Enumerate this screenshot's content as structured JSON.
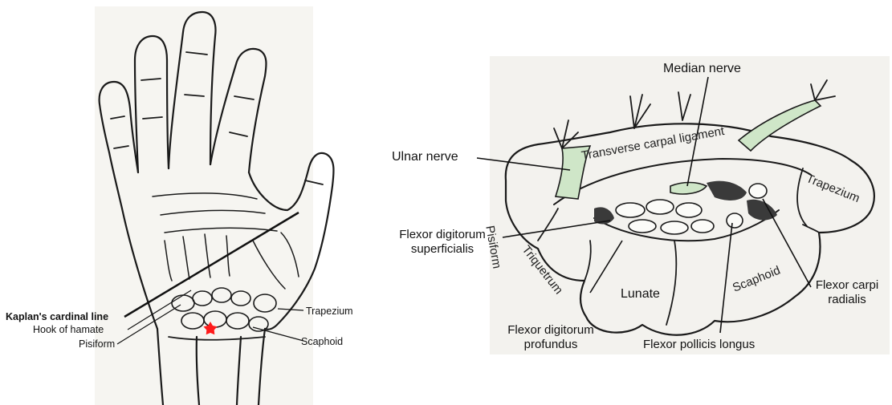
{
  "hand_figure": {
    "labels": {
      "kaplan": "Kaplan's cardinal line",
      "hook_of_hamate": "Hook of hamate",
      "pisiform": "Pisiform",
      "trapezium": "Trapezium",
      "scaphoid": "Scaphoid"
    },
    "marker_color": "#ff1a1a"
  },
  "section_figure": {
    "labels": {
      "median_nerve": "Median nerve",
      "ulnar_nerve": "Ulnar nerve",
      "transverse_carpal_ligament": "Transverse carpal ligament",
      "pisiform": "Pisiform",
      "trapezium": "Trapezium",
      "fds_line1": "Flexor digitorum",
      "fds_line2": "superficialis",
      "triquetrum": "Triquetrum",
      "lunate": "Lunate",
      "scaphoid": "Scaphoid",
      "fcr_line1": "Flexor carpi",
      "fcr_line2": "radialis",
      "fdp_line1": "Flexor digitorum",
      "fdp_line2": "profundus",
      "fpl": "Flexor pollicis longus"
    },
    "nerve_color": "#cfe6c8"
  }
}
